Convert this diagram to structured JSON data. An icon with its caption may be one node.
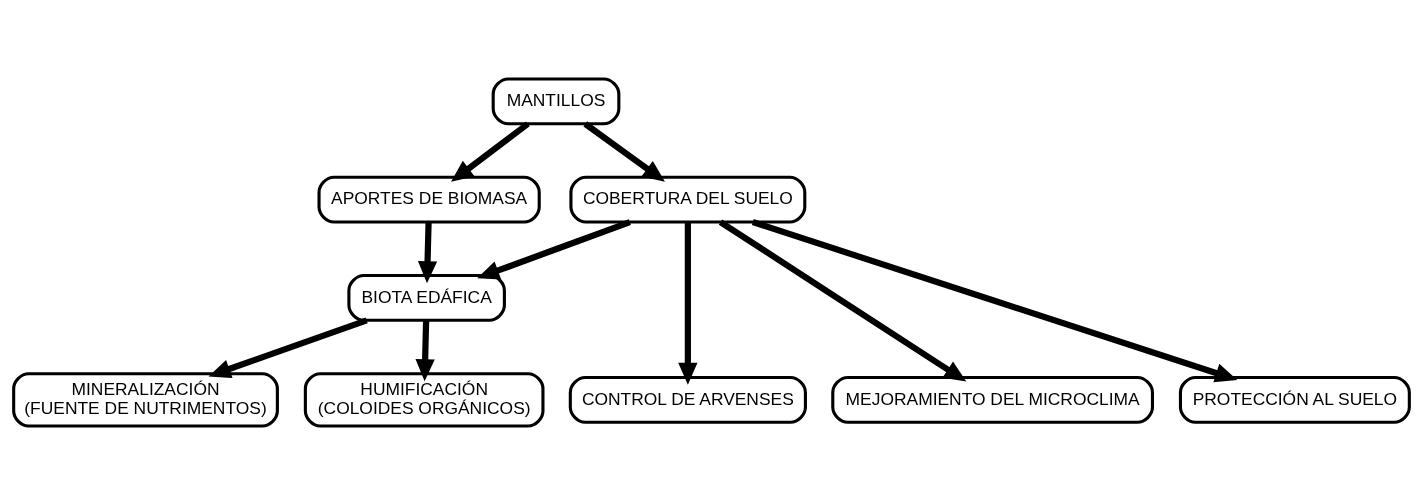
{
  "diagram": {
    "nodes": [
      {
        "text": [
          "MANTILLOS"
        ]
      },
      {
        "text": [
          "COBERTURA DEL SUELO"
        ]
      },
      {
        "text": [
          "APORTES DE BIOMASA"
        ]
      },
      {
        "text": [
          "BIOTA EDÁFICA"
        ]
      },
      {
        "text": [
          "CONTROL DE ARVENSES"
        ]
      },
      {
        "text": [
          "MEJORAMIENTO DEL MICROCLIMA"
        ]
      },
      {
        "text": [
          "PROTECCIÓN AL SUELO"
        ]
      },
      {
        "text": [
          "MINERALIZACIÓN",
          "(FUENTE DE NUTRIMENTOS)"
        ]
      },
      {
        "text": [
          "HUMIFICACIÓN",
          "(COLOIDES ORGÁNICOS)"
        ]
      }
    ],
    "edges": [
      {
        "from": 0,
        "to": 1,
        "arrow": "to"
      },
      {
        "from": 0,
        "to": 2,
        "arrow": "to"
      },
      {
        "from": 1,
        "to": 3,
        "arrow": "to"
      },
      {
        "from": 2,
        "to": 3,
        "arrow": "to"
      },
      {
        "from": 1,
        "to": 4,
        "arrow": "to"
      },
      {
        "from": 1,
        "to": 5,
        "arrow": "to"
      },
      {
        "from": 1,
        "to": 6,
        "arrow": "to"
      },
      {
        "from": 3,
        "to": 7,
        "arrow": "to"
      },
      {
        "from": 3,
        "to": 8,
        "arrow": "to"
      }
    ]
  }
}
